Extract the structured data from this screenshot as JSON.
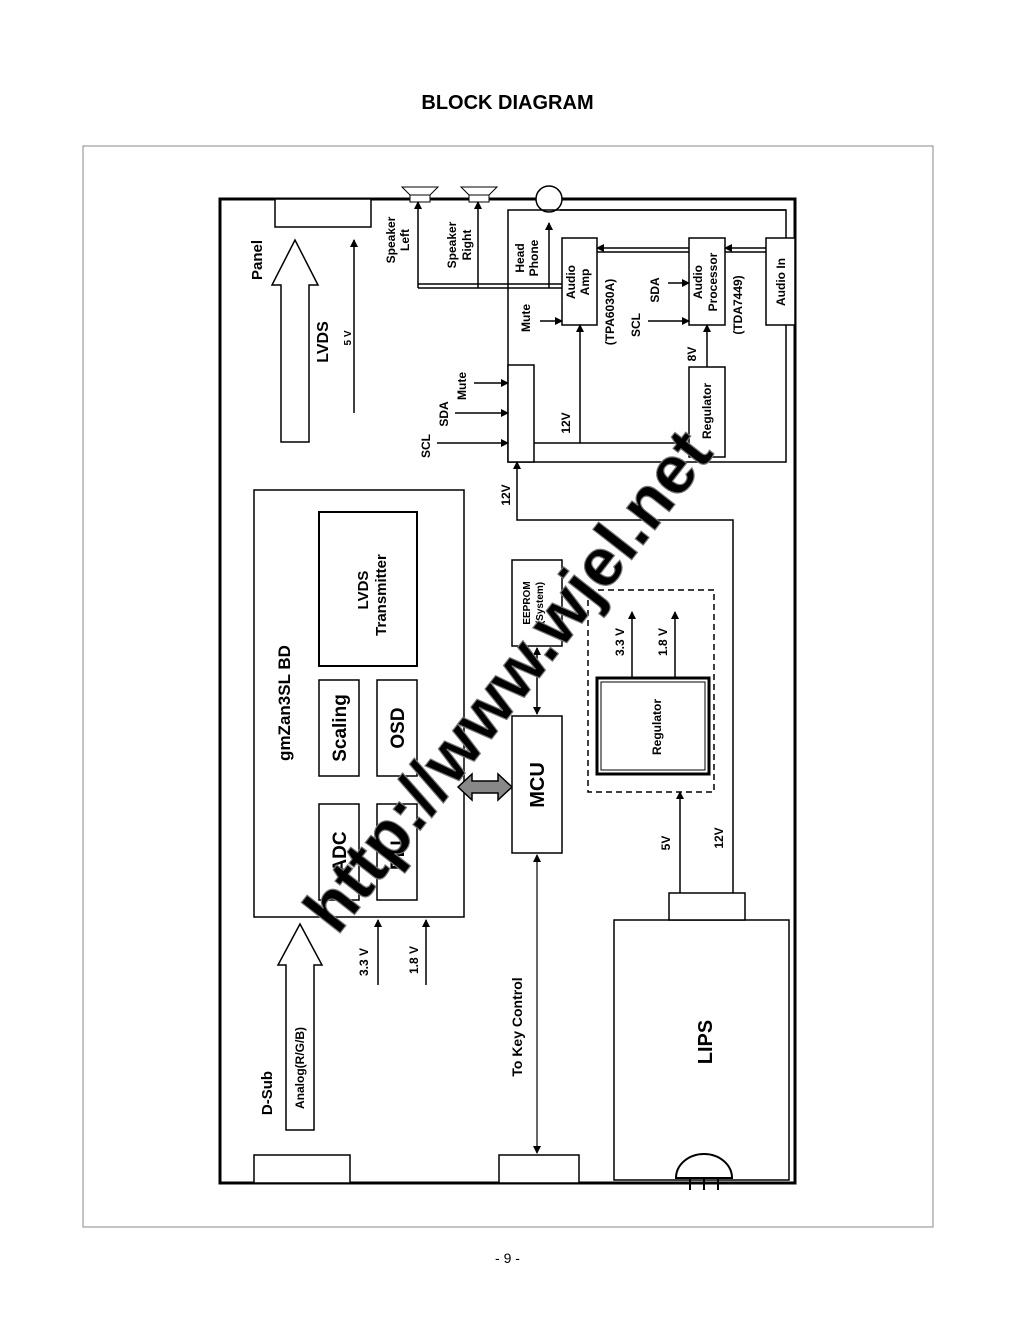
{
  "page": {
    "title": "BLOCK DIAGRAM",
    "page_number": "- 9 -"
  },
  "labels": {
    "panel": "Panel",
    "lvds": "LVDS",
    "five_v": "5 V",
    "speaker_left_1": "Speaker",
    "speaker_left_2": "Left",
    "speaker_right_1": "Speaker",
    "speaker_right_2": "Right",
    "head_phone_1": "Head",
    "head_phone_2": "Phone",
    "audio_amp_1": "Audio",
    "audio_amp_2": "Amp",
    "tpa": "(TPA6030A)",
    "sda_audio": "SDA",
    "audio_proc_1": "Audio",
    "audio_proc_2": "Processor",
    "tda": "(TDA7449)",
    "audio_in": "Audio In",
    "mute_amp": "Mute",
    "scl_audio": "SCL",
    "eight_v": "8V",
    "regulator_audio": "Regulator",
    "twelve_v_reg": "12V",
    "mute_conn": "Mute",
    "sda_conn": "SDA",
    "scl_conn": "SCL",
    "twelve_v_conn": "12V",
    "gmzan": "gmZan3SL BD",
    "lvds_tx_1": "LVDS",
    "lvds_tx_2": "Transmitter",
    "scaling": "Scaling",
    "osd": "OSD",
    "adc": "ADC",
    "pll": "PLL",
    "eeprom_1": "EEPROM",
    "eeprom_2": "(System)",
    "three_three_v_reg": "3.3 V",
    "one_eight_v_reg": "1.8 V",
    "regulator_main": "Regulator",
    "mcu": "MCU",
    "five_v_lips": "5V",
    "twelve_v_lips": "12V",
    "lips": "LIPS",
    "three_three_v_gm": "3.3 V",
    "one_eight_v_gm": "1.8 V",
    "to_key_control": "To Key Control",
    "d_sub": "D-Sub",
    "analog": "Analog(R/G/B)"
  },
  "watermark": "http://www.wjel.net"
}
